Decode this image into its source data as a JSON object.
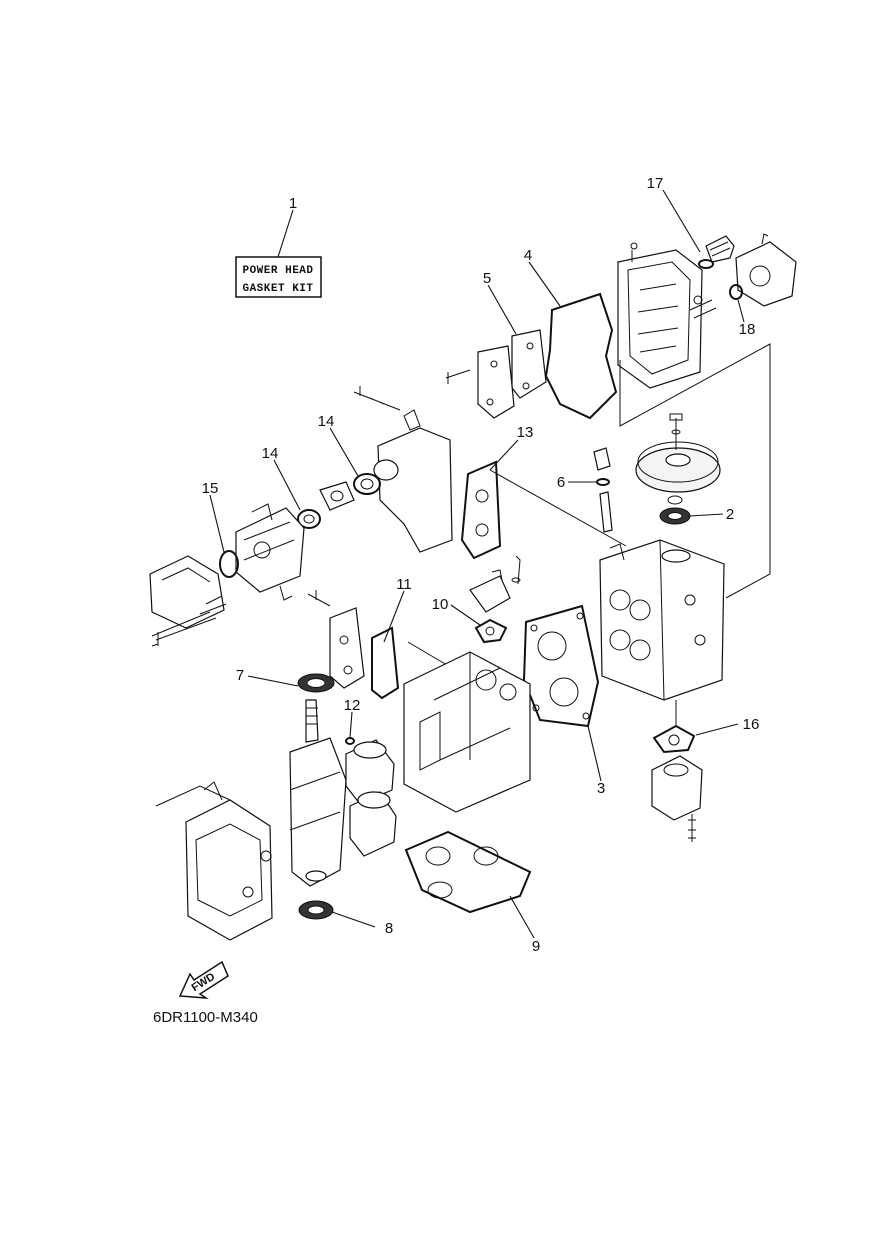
{
  "kit_label": {
    "line1": "POWER HEAD",
    "line2": "GASKET KIT"
  },
  "callouts": [
    "1",
    "2",
    "3",
    "4",
    "5",
    "6",
    "7",
    "8",
    "9",
    "10",
    "11",
    "12",
    "13",
    "14",
    "14",
    "15",
    "16",
    "17",
    "18"
  ],
  "fwd_label": "FWD",
  "diagram_code": "6DR1100-M340"
}
